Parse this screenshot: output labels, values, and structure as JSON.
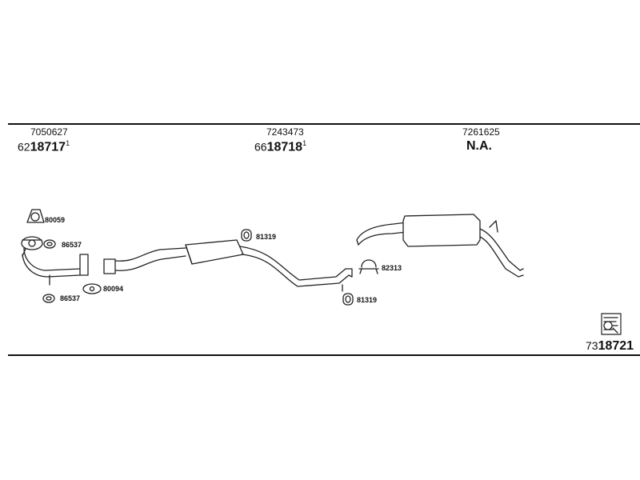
{
  "header": {
    "col1": {
      "ref": "7050627",
      "prefix": "62",
      "code": "18717",
      "sup": "1"
    },
    "col2": {
      "ref": "7243473",
      "prefix": "66",
      "code": "18718",
      "sup": "1"
    },
    "col3": {
      "ref": "7261625",
      "code": "N.A."
    }
  },
  "parts": {
    "p80059": "80059",
    "p86537a": "86537",
    "p86537b": "86537",
    "p80094": "80094",
    "p81319a": "81319",
    "p81319b": "81319",
    "p82313": "82313"
  },
  "footer": {
    "prefix": "73",
    "code": "18721"
  }
}
